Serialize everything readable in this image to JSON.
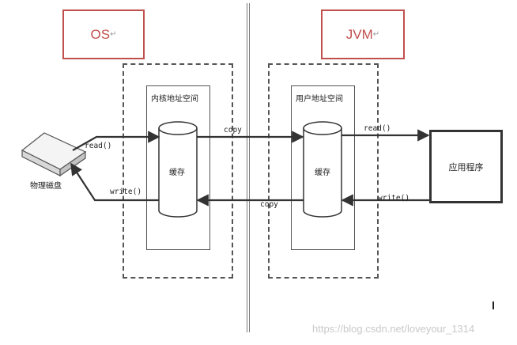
{
  "labels": {
    "os": "OS",
    "jvm": "JVM",
    "kernel_space": "内核地址空间",
    "user_space": "用户地址空间",
    "kernel_buffer": "缓存",
    "user_buffer": "缓存",
    "physical_disk": "物理磁盘",
    "application": "应用程序"
  },
  "arrows": {
    "disk_read": "read()",
    "disk_write": "write()",
    "copy_top": "copy",
    "copy_bottom": "copy",
    "app_read": "read()",
    "app_write": "write()"
  },
  "watermark": "https://blog.csdn.net/loveyour_1314",
  "colors": {
    "label_border": "#c0504d",
    "label_text": "#c0504d",
    "line": "#333333",
    "divider": "#777777",
    "watermark": "#c9c9c9"
  }
}
